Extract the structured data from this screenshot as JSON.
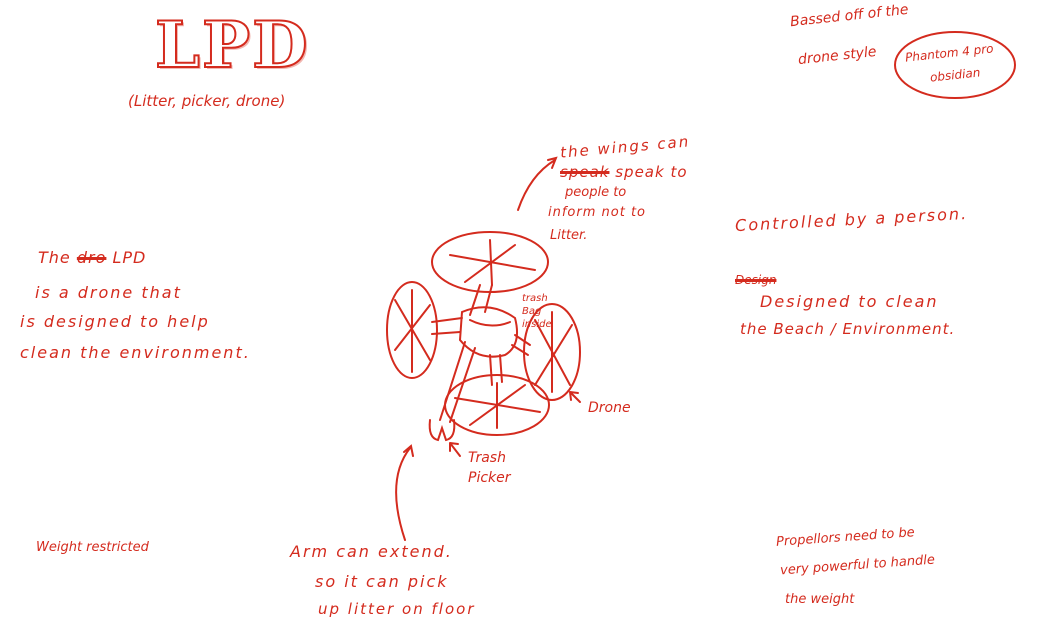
{
  "title": "LPD",
  "subtitle": "(Litter, picker, drone)",
  "based_off": {
    "line1": "Bassed off of the",
    "line2": "drone style",
    "model_line1": "Phantom 4 pro",
    "model_line2": "obsidian"
  },
  "wings_note": {
    "line1": "the wings can",
    "struck": "speak",
    "line2_rest": "speak to",
    "line3": "people to",
    "line4": "inform not to",
    "line5": "Litter."
  },
  "controlled_note": "Controlled by a person.",
  "designed_note": {
    "struck": "Design",
    "line1": "Designed to clean",
    "line2": "the Beach / Environment."
  },
  "description": {
    "line1_start": "The",
    "line1_struck": "dro",
    "line1_end": "LPD",
    "line2": "is a drone that",
    "line3": "is designed to help",
    "line4": "clean the environment."
  },
  "labels": {
    "trash_bag": "trash\nBag\ninside",
    "drone": "Drone",
    "trash_picker": "Trash\nPicker"
  },
  "weight_note": "Weight restricted",
  "arm_note": {
    "line1": "Arm can extend.",
    "line2": "so it can pick",
    "line3": "up litter on floor"
  },
  "propellers_note": {
    "line1": "Propellors need to be",
    "line2": "very powerful to handle",
    "line3": "the weight"
  },
  "colors": {
    "ink": "#d42b1e",
    "paper": "#ffffff"
  }
}
